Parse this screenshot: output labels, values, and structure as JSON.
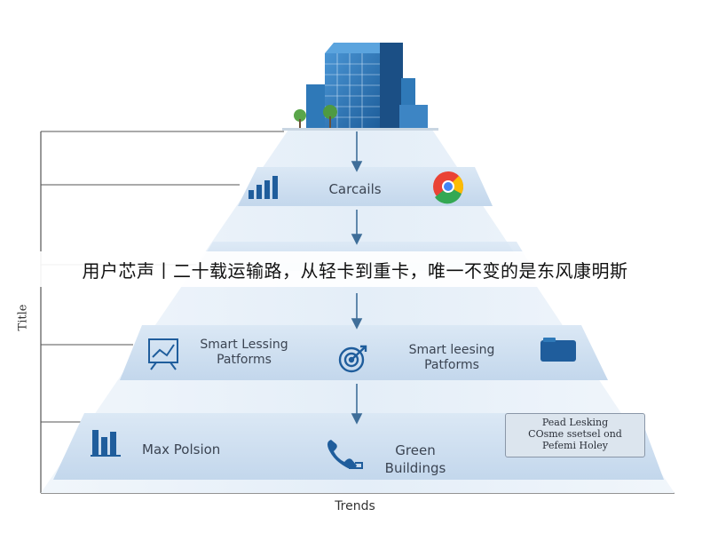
{
  "banner": {
    "text": "用户芯声丨二十载运输路，从轻卡到重卡，唯一不变的是东风康明斯"
  },
  "axes": {
    "y_label": "Title",
    "x_label": "Trends"
  },
  "tiers": [
    {
      "id": "tier-1",
      "label": "Carcails",
      "icons": [
        "bar-chart-icon",
        "chrome-browser-icon"
      ]
    },
    {
      "id": "tier-2",
      "label": "",
      "icons": []
    },
    {
      "id": "tier-3",
      "left_label": "Smart Lessing Patforms",
      "right_label": "Smart leesing Patforms",
      "icons": [
        "presentation-chart-icon",
        "target-icon",
        "folder-icon"
      ]
    },
    {
      "id": "tier-4",
      "left_label": "Max Polsion",
      "center_label": "Green Buildings",
      "icons": [
        "bar-chart-icon",
        "phone-icon"
      ]
    }
  ],
  "legend": {
    "lines": [
      "Pead Lesking",
      "COsme ssetsel ond",
      "Pefemi Holey"
    ]
  },
  "colors": {
    "band": "#cfe0f0",
    "band_edge": "#e8f0f8",
    "icon_blue": "#1f5d9c",
    "arrow": "#3f6e99",
    "building": "#2f79b8"
  }
}
